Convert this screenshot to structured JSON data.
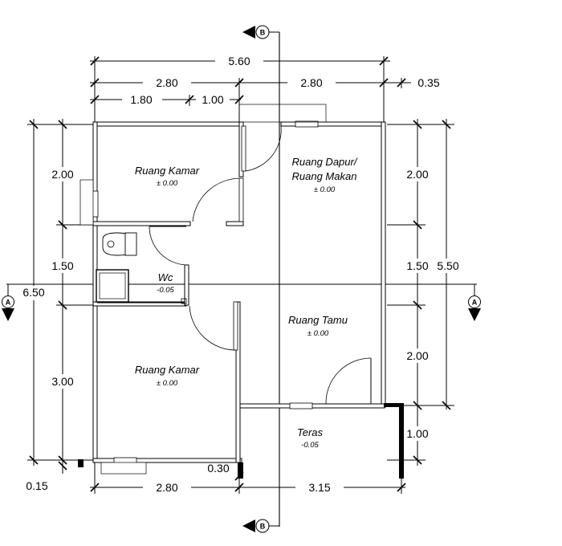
{
  "drawing": {
    "section_markers": {
      "a": "A",
      "b": "B"
    },
    "dimensions": {
      "top": {
        "overall": "5.60",
        "left_half": "2.80",
        "right_half": "2.80",
        "right_extra": "0.35",
        "left_a": "1.80",
        "left_b": "1.00"
      },
      "left": {
        "upper": "2.00",
        "middle": "1.50",
        "lower": "3.00",
        "overall": "6.50",
        "bottom": "0.15"
      },
      "right": {
        "upper": "2.00",
        "middle": "1.50",
        "lower": "2.00",
        "overall": "5.50",
        "bottom": "1.00"
      },
      "bottom": {
        "left": "2.80",
        "middle": "0.30",
        "right": "3.15"
      }
    },
    "rooms": [
      {
        "name": "Ruang Kamar",
        "level": "± 0.00"
      },
      {
        "name_line1": "Ruang Dapur/",
        "name_line2": "Ruang Makan",
        "level": "± 0.00"
      },
      {
        "name": "Wc",
        "level": "-0.05"
      },
      {
        "name": "Ruang Tamu",
        "level": "± 0.00"
      },
      {
        "name": "Ruang Kamar",
        "level": "± 0.00"
      },
      {
        "name": "Teras",
        "level": "-0.05"
      }
    ]
  }
}
